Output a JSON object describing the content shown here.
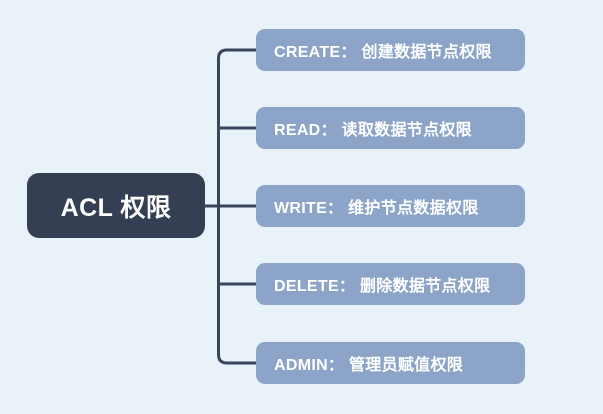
{
  "diagram": {
    "type": "mindmap",
    "title": "ACL 权限",
    "root": {
      "label": "ACL 权限"
    },
    "branches": [
      {
        "id": "create",
        "label": "CREATE： 创建数据节点权限"
      },
      {
        "id": "read",
        "label": "READ： 读取数据节点权限"
      },
      {
        "id": "write",
        "label": "WRITE： 维护节点数据权限"
      },
      {
        "id": "delete",
        "label": "DELETE： 删除数据节点权限"
      },
      {
        "id": "admin",
        "label": "ADMIN： 管理员赋值权限"
      }
    ]
  },
  "colors": {
    "background": "#e9f1f9",
    "root_fill": "#343f53",
    "root_text": "#ffffff",
    "branch_fill": "#8ba4c7",
    "branch_text": "#ffffff",
    "connector": "#38455b"
  }
}
